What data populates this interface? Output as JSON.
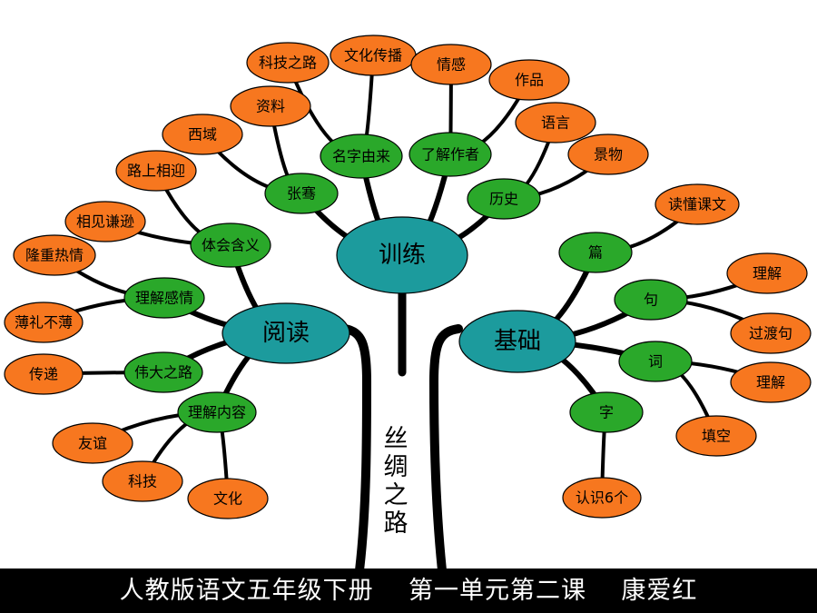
{
  "trunk_label": "丝\n绸\n之\n路",
  "footer": "人教版语文五年级下册    第一单元第二课    康爱红",
  "colors": {
    "main": "#1c9b9d",
    "secondary": "#2aa82a",
    "leaf": "#f7771f",
    "branch": "#000000"
  },
  "main_nodes": {
    "center": "训练",
    "left": "阅读",
    "right": "基础"
  },
  "center_branch": {
    "children": [
      "名字由来",
      "了解作者",
      "历史",
      "张骞"
    ],
    "leaves": {
      "名字由来": [
        "科技之路",
        "文化传播"
      ],
      "了解作者": [
        "情感",
        "作品"
      ],
      "历史": [
        "语言",
        "景物"
      ],
      "张骞": [
        "资料",
        "西域"
      ]
    }
  },
  "left_branch": {
    "children": [
      "体会含义",
      "理解感情",
      "伟大之路",
      "理解内容"
    ],
    "leaves": {
      "体会含义": [
        "路上相迎",
        "相见谦逊"
      ],
      "理解感情": [
        "隆重热情",
        "薄礼不薄"
      ],
      "伟大之路": [
        "传递"
      ],
      "理解内容": [
        "友谊",
        "科技",
        "文化"
      ]
    }
  },
  "right_branch": {
    "children": [
      "篇",
      "句",
      "词",
      "字"
    ],
    "leaves": {
      "篇": [
        "读懂课文"
      ],
      "句": [
        "理解",
        "过渡句"
      ],
      "词": [
        "理解",
        "填空"
      ],
      "字": [
        "认识6个"
      ]
    }
  }
}
